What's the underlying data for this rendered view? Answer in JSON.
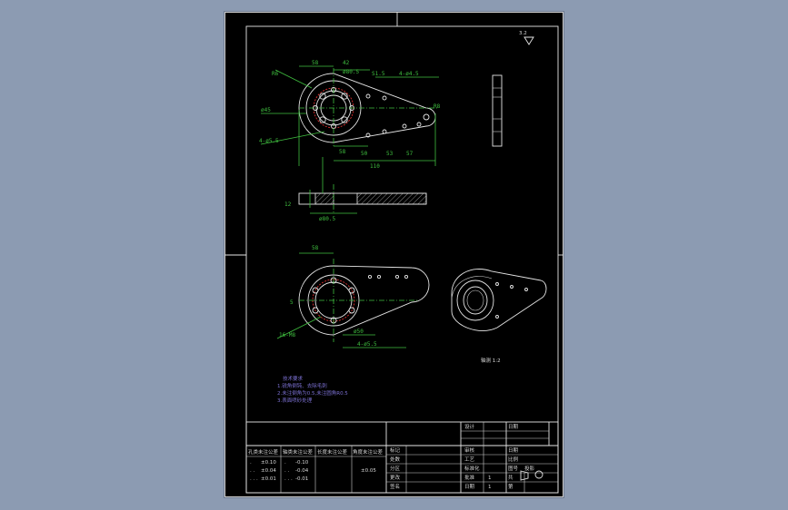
{
  "drawing": {
    "roughness_symbol": "3.2",
    "dimensions_top": [
      "58",
      "42",
      "ø80.5",
      "S1.5",
      "4-ø4.5",
      "R6",
      "ø45",
      "R8",
      "4-ø5.5",
      "58",
      "50",
      "53",
      "57",
      "110"
    ],
    "dimensions_mid": [
      "12",
      "ø80.5"
    ],
    "dimensions_bottom": [
      "58",
      "5",
      "16-M8",
      "ø50",
      "4-ø5.5"
    ],
    "scale_note": "轴测 1:2",
    "tech_requirements": {
      "title": "技术要求",
      "lines": [
        "1.锐角倒钝、去除毛刺",
        "2.未注倒角为0.5,未注圆角R0.5",
        "3.表面喷砂处理"
      ]
    }
  },
  "title_block": {
    "top_row_labels": [
      "设计",
      "日期"
    ],
    "rows": [
      {
        "left": "标记",
        "mid": "审核",
        "right": "日期"
      },
      {
        "left": "处数",
        "mid": "工艺",
        "right": "比例"
      },
      {
        "left": "分区",
        "mid": "标准化",
        "right": "图号"
      },
      {
        "left": "更改",
        "mid": "批准",
        "right": "共"
      },
      {
        "left": "签名",
        "mid": "日期",
        "right": "第"
      }
    ],
    "tolerance_headers": [
      "孔类未注公差",
      "轴类未注公差",
      "长度未注公差",
      "角度未注公差"
    ],
    "tolerance_rows": [
      [
        ".",
        "±0.10",
        ".",
        "-0.10"
      ],
      [
        ". .",
        "±0.04",
        ". .",
        "-0.04"
      ],
      [
        ". . .",
        "±0.01",
        ". . .",
        "-0.01"
      ]
    ],
    "misc_values": [
      "±0.05",
      "1",
      "1"
    ],
    "projection_label": "投影"
  }
}
